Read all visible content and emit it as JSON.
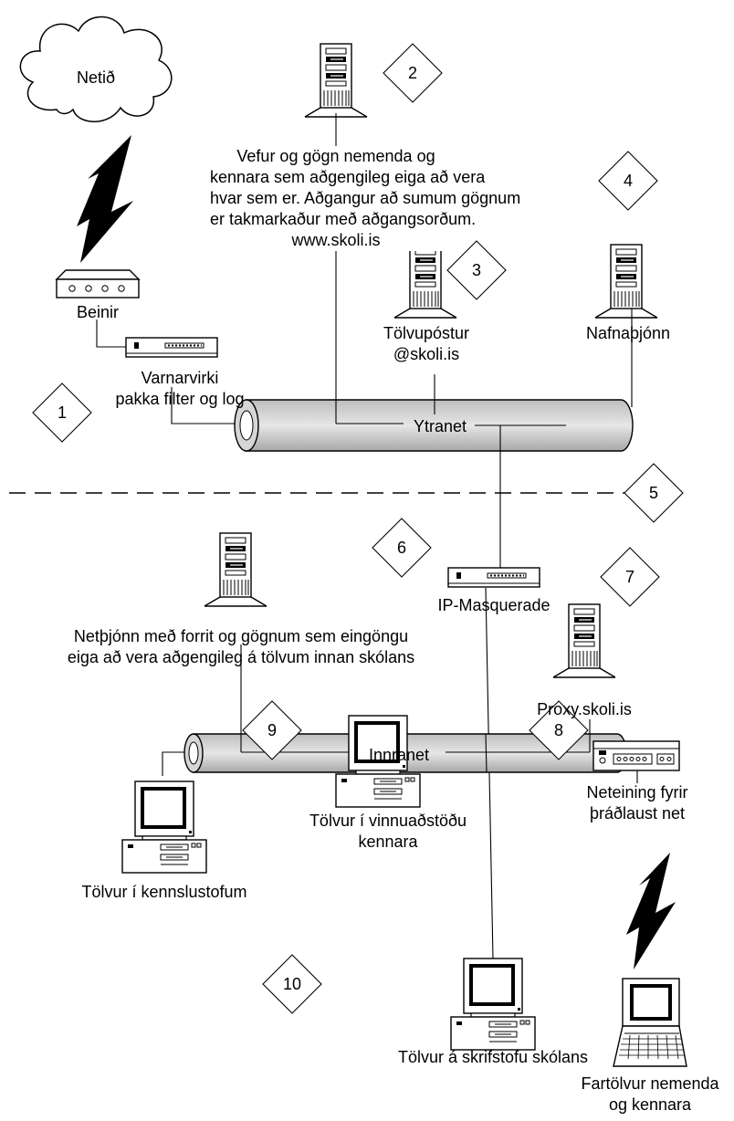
{
  "cloud_label": "Netið",
  "router_label": "Beinir",
  "firewall_label": [
    "Varnarvirki",
    "pakka filter og log"
  ],
  "web_server_label": [
    "Vefur og gögn nemenda og",
    "kennara sem aðgengileg eiga að vera",
    "hvar sem er.  Aðgangur að sumum gögnum",
    "er takmarkaður með aðgangsorðum.",
    "www.skoli.is"
  ],
  "mail_server_label": [
    "Tölvupóstur",
    "@skoli.is"
  ],
  "name_server_label": "Nafnaþjónn",
  "outer_network_label": "Ytranet",
  "masquerade_label": "IP-Masquerade",
  "file_server_label": [
    "Netþjónn með forrit og gögnum sem eingöngu",
    "eiga að vera aðgengileg á tölvum innan skólans"
  ],
  "proxy_label": "Proxy.skoli.is",
  "inner_network_label": "Innranet",
  "classroom_pcs_label": "Tölvur í kennslustofum",
  "teacher_pcs_label": [
    "Tölvur í vinnuaðstöðu",
    "kennara"
  ],
  "office_pcs_label": "Tölvur á skrifstofu skólans",
  "wireless_unit_label": [
    "Neteining fyrir",
    "þráðlaust net"
  ],
  "laptops_label": [
    "Fartölvur nemenda",
    "og kennara"
  ],
  "markers": [
    "1",
    "2",
    "3",
    "4",
    "5",
    "6",
    "7",
    "8",
    "9",
    "10"
  ]
}
